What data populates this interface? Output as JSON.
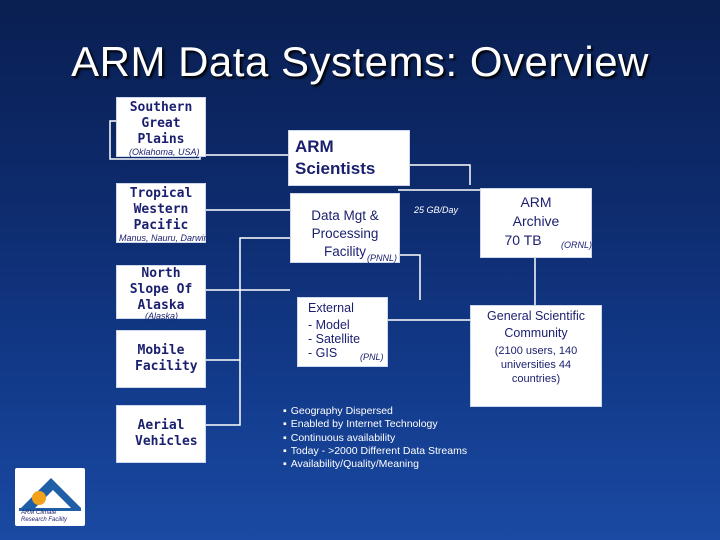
{
  "title": "ARM Data Systems: Overview",
  "sites": [
    {
      "name": "Southern Great Plains",
      "sub": "(Oklahoma, USA)"
    },
    {
      "name": "Tropical Western Pacific",
      "sub": "Manus, Nauru, Darwin"
    },
    {
      "name": "North Slope Of Alaska",
      "sub": "(Alaska)"
    },
    {
      "name": "Mobile Facility",
      "sub": ""
    },
    {
      "name": "Aerial Vehicles",
      "sub": ""
    }
  ],
  "scientists": {
    "label": "ARM Scientists"
  },
  "processing": {
    "label": "Data Mgt & Processing Facility",
    "sub": "(PNNL)"
  },
  "flow_label": "25 GB/Day",
  "archive": {
    "label_line1": "ARM",
    "label_line2": "Archive",
    "label_line3": "70 TB",
    "sub": "(ORNL)"
  },
  "external": {
    "title": "External",
    "items": [
      "- Model",
      "- Satellite",
      "- GIS"
    ],
    "sub": "(PNL)"
  },
  "community": {
    "label": "General Scientific Community",
    "detail": "(2100 users, 140 universities 44 countries)"
  },
  "bullets": [
    "Geography Dispersed",
    "Enabled by Internet Technology",
    "Continuous availability",
    "Today - >2000 Different Data Streams",
    "Availability/Quality/Meaning"
  ],
  "logo_text": "ARM Climate Research Facility"
}
